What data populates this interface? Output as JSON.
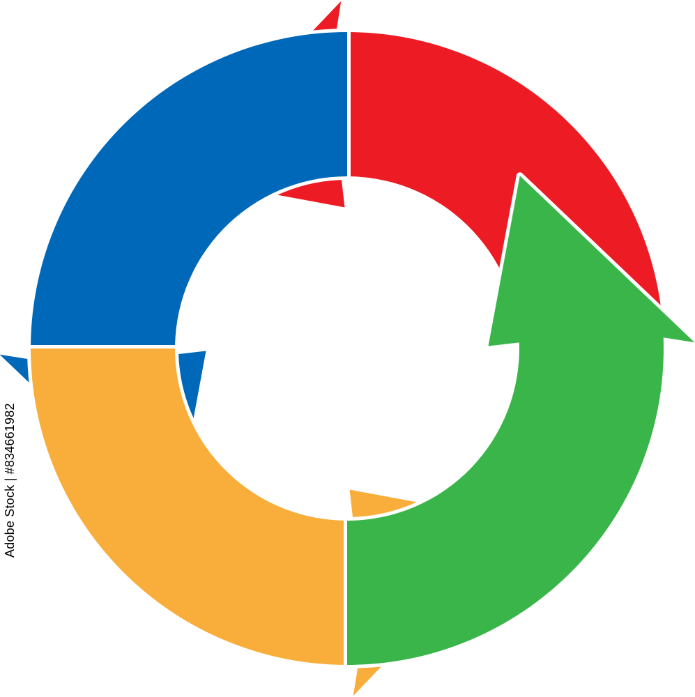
{
  "diagram": {
    "type": "cycle",
    "direction": "counterclockwise",
    "arrows": [
      {
        "name": "red-arrow",
        "color": "#ED1C24",
        "points_toward": "left"
      },
      {
        "name": "blue-arrow",
        "color": "#0068B8",
        "points_toward": "down"
      },
      {
        "name": "yellow-arrow",
        "color": "#F9AE3B",
        "points_toward": "right"
      },
      {
        "name": "green-arrow",
        "color": "#3AB54A",
        "points_toward": "up"
      }
    ]
  },
  "watermark": {
    "stock_id": "Adobe Stock | #834661982",
    "repeated_text": "Adobe Stock"
  }
}
